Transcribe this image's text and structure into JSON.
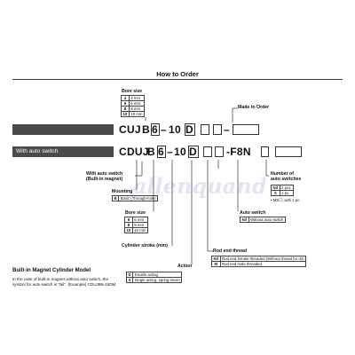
{
  "title": "How to Order",
  "bore_size_top": {
    "label": "Bore size",
    "rows": [
      [
        "4",
        "4 mm"
      ],
      [
        "6",
        "6 mm"
      ],
      [
        "8",
        "8 mm"
      ],
      [
        "10",
        "10 mm"
      ]
    ]
  },
  "made_to_order": "Made to Order",
  "row1": {
    "text": "CUJ",
    "mount": "B",
    "bore": "6",
    "stroke": "10",
    "action": "D"
  },
  "row2": {
    "bar": "With auto switch",
    "text": "CDUJ",
    "mount": "B",
    "bore": "6",
    "stroke": "10",
    "action": "D",
    "switch": "-F8N"
  },
  "with_auto_switch": {
    "line1": "With auto switch",
    "line2": "(Built-in magnet)"
  },
  "number_of_switches": {
    "line1": "Number of",
    "line2": "auto switches",
    "rows": [
      [
        "Nil",
        "2 pcs."
      ],
      [
        "S",
        "1 pc."
      ]
    ],
    "footnote": "• MS☐: with 1 pc."
  },
  "mounting": {
    "label": "Mounting",
    "rows": [
      [
        "B",
        "Basic (Through-hole)"
      ]
    ]
  },
  "bore_size_bottom": {
    "label": "Bore size",
    "rows": [
      [
        "6",
        "6 mm"
      ],
      [
        "8",
        "8 mm"
      ],
      [
        "10",
        "10 mm"
      ]
    ]
  },
  "auto_switch": {
    "label": "Auto switch",
    "rows": [
      [
        "Nil",
        "Without auto switch"
      ]
    ]
  },
  "cylinder_stroke": "Cylinder stroke (mm)",
  "rod_end_thread": {
    "label": "Rod end thread",
    "rows": [
      [
        "Nil",
        "Rod end female threaded (Without thread for d4)"
      ],
      [
        "M",
        "Rod end male threaded"
      ]
    ]
  },
  "action": {
    "label": "Action",
    "rows": [
      [
        "D",
        "Double acting"
      ],
      [
        "S",
        "Single acting, spring return"
      ]
    ]
  },
  "note": {
    "title": "Built-in Magnet Cylinder Model",
    "body": "In the case of built-in magnet without auto switch, the symbol for auto switch is \"Nil\". (Example) CDUJB6-15DM"
  },
  "watermark": "allenquand"
}
